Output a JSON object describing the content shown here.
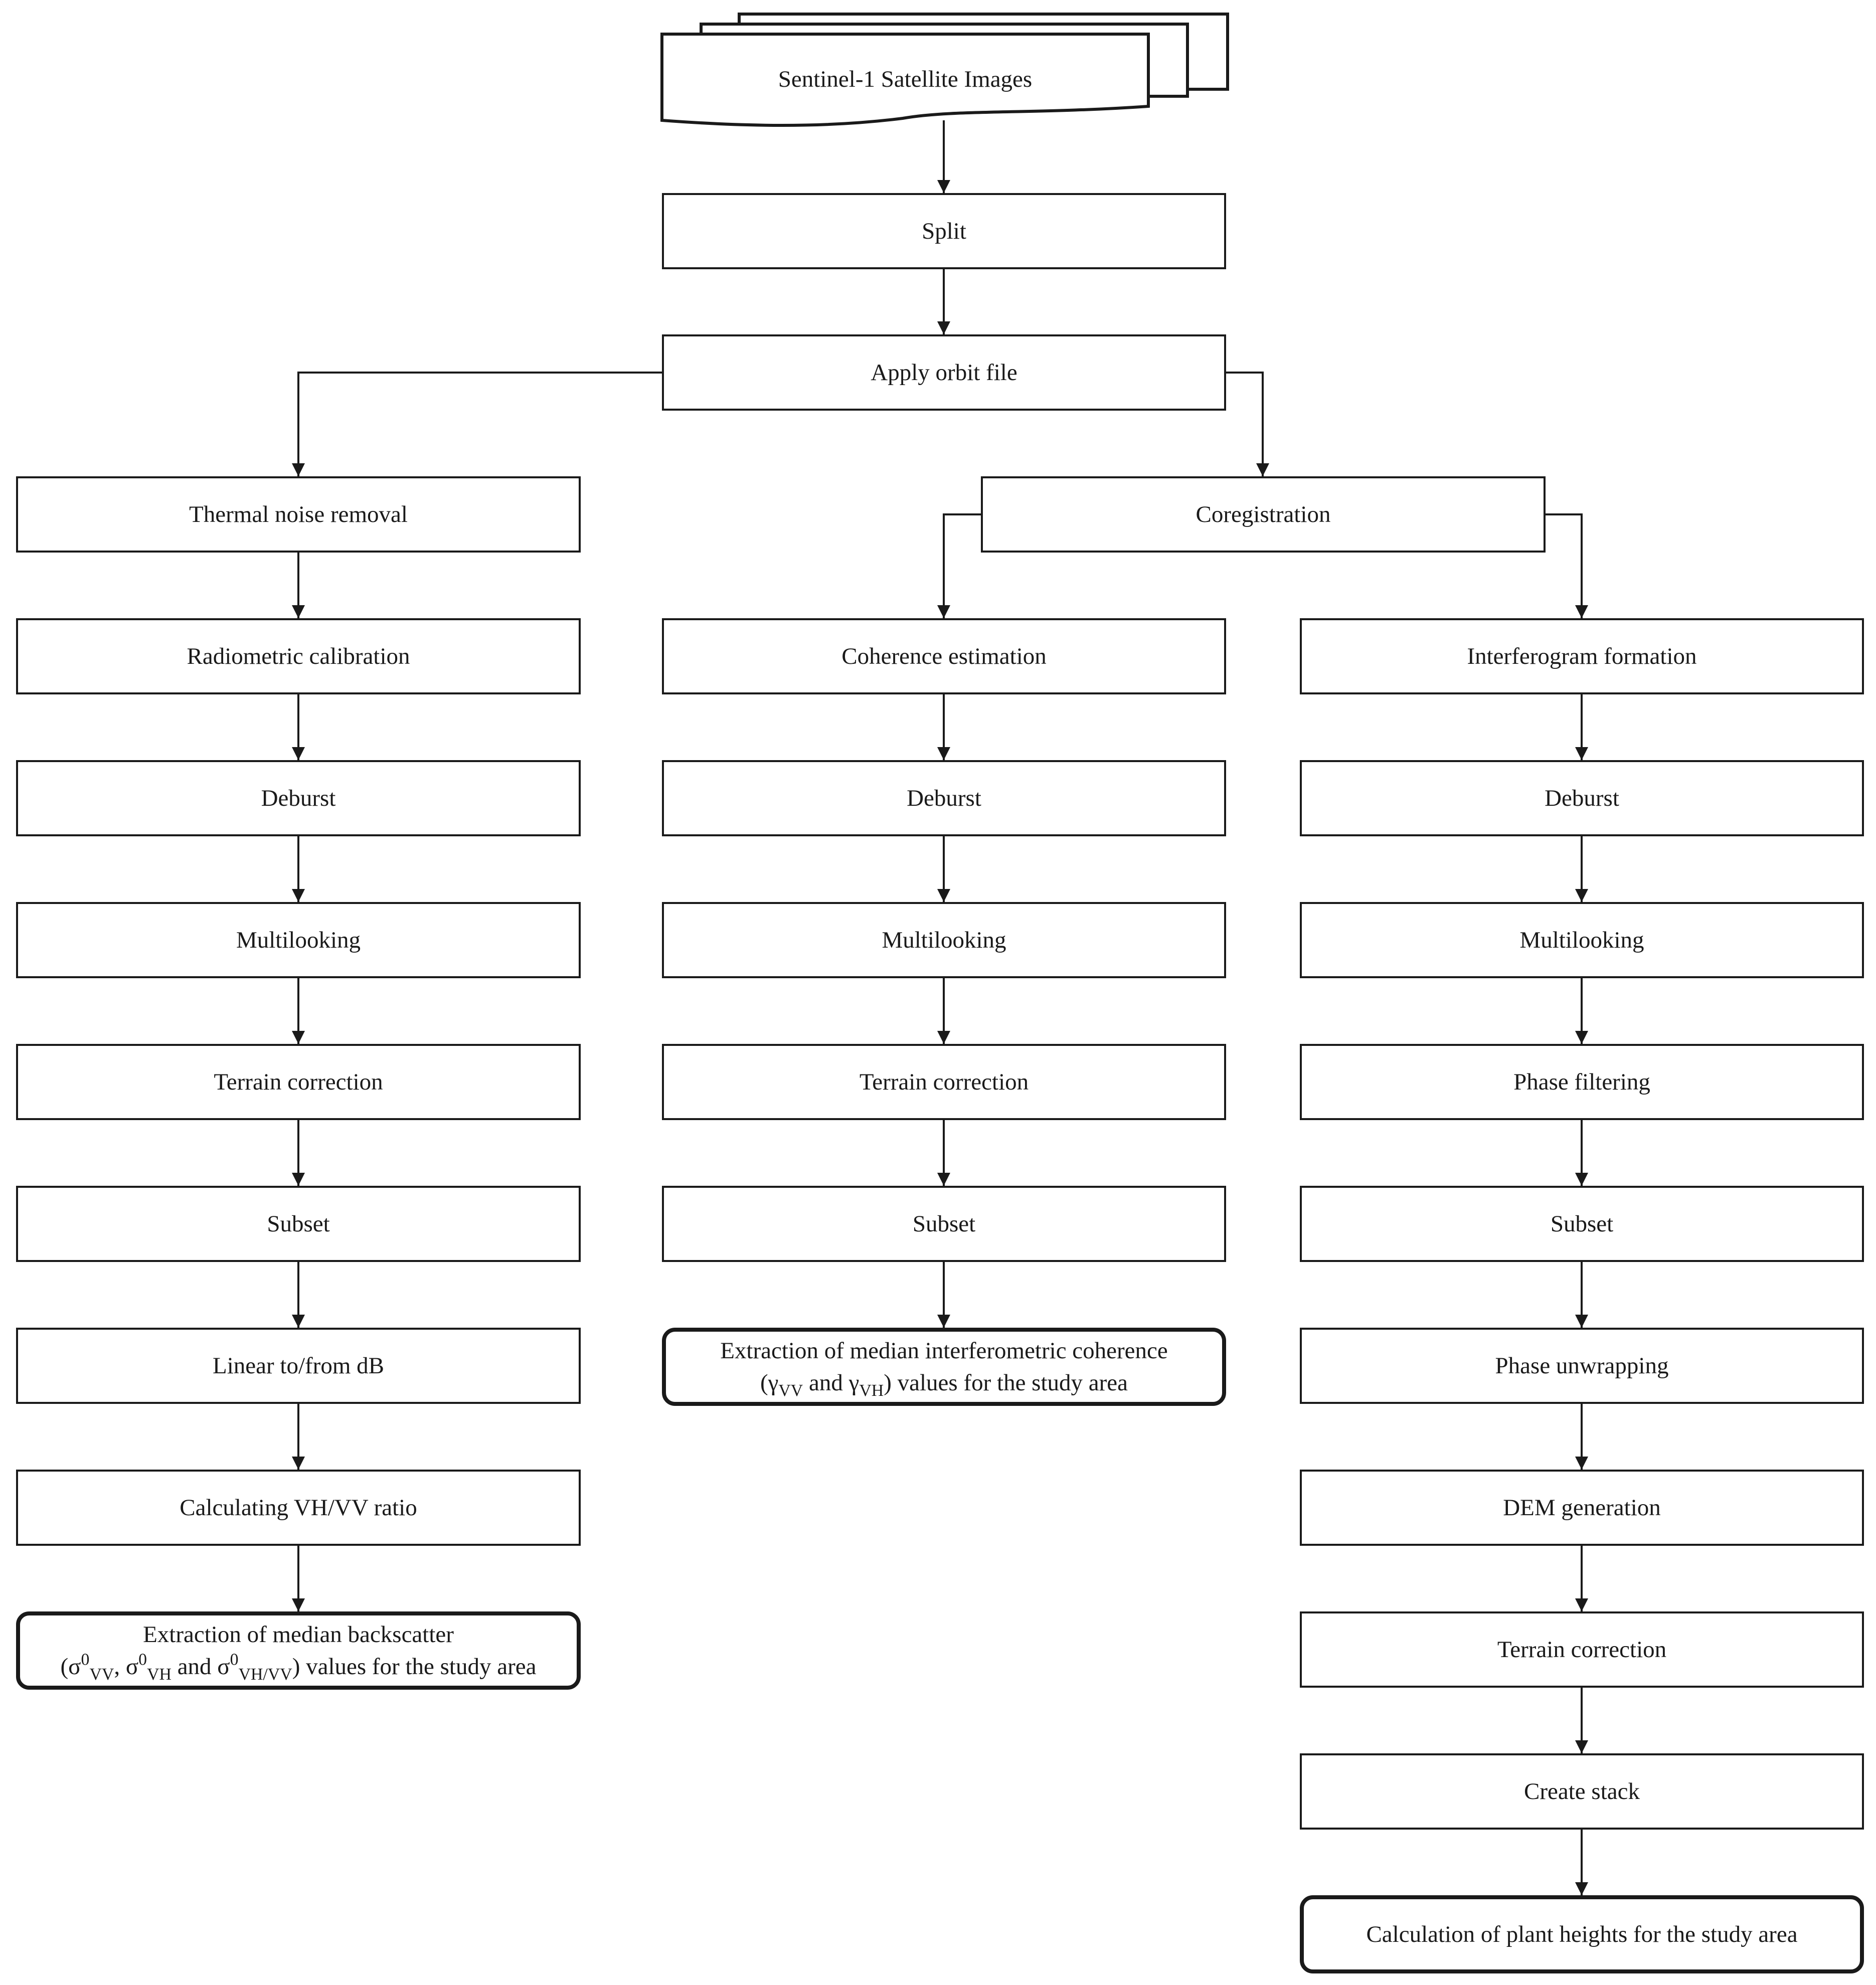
{
  "colors": {
    "stroke": "#1a1a1a",
    "fill": "#ffffff"
  },
  "source": {
    "label": "Sentinel-1 Satellite Images"
  },
  "common": {
    "split": "Split",
    "apply_orbit": "Apply orbit file",
    "coregistration": "Coregistration"
  },
  "backscatter_branch": {
    "steps": [
      "Thermal noise removal",
      "Radiometric calibration",
      "Deburst",
      "Multilooking",
      "Terrain correction",
      "Subset",
      "Linear to/from dB",
      "Calculating VH/VV ratio"
    ],
    "output": {
      "line1": "Extraction of median backscatter",
      "open": "(σ",
      "sup_a": "0",
      "sub_a": "VV",
      "sep_a": ", σ",
      "sup_b": "0",
      "sub_b": "VH",
      "sep_b": " and σ",
      "sup_c": "0",
      "sub_c": "VH/VV",
      "close": ") values for the study area"
    }
  },
  "coherence_branch": {
    "steps": [
      "Coherence estimation",
      "Deburst",
      "Multilooking",
      "Terrain correction",
      "Subset"
    ],
    "output": {
      "line1": "Extraction of median interferometric coherence",
      "open": "(γ",
      "sub_a": "VV",
      "sep": " and γ",
      "sub_b": "VH",
      "close": ") values for the study area"
    }
  },
  "interferogram_branch": {
    "steps": [
      "Interferogram formation",
      "Deburst",
      "Multilooking",
      "Phase filtering",
      "Subset",
      "Phase unwrapping",
      "DEM generation",
      "Terrain correction",
      "Create stack"
    ],
    "output": {
      "label": "Calculation of plant heights for the study area"
    }
  }
}
